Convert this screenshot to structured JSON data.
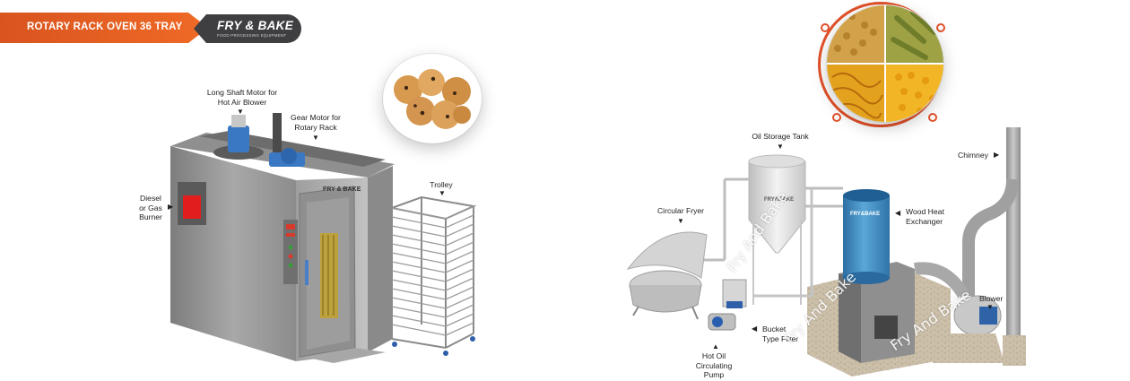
{
  "banner": {
    "title": "ROTARY RACK OVEN 36 TRAY"
  },
  "logo": {
    "brand": "FRY & BAKE",
    "tagline": "FOOD PROCESSING EQUIPMENT"
  },
  "oven": {
    "plate": "FRY & BAKE",
    "labels": {
      "motor_blower": [
        "Long Shaft Motor for",
        "Hot Air Blower"
      ],
      "gear_motor": [
        "Gear Motor for",
        "Rotary Rack"
      ],
      "burner": [
        "Diesel",
        "or Gas",
        "Burner"
      ],
      "trolley": "Trolley"
    }
  },
  "plant": {
    "tank_badge": "FRY&BAKE",
    "exchanger_badge": "FRY&BAKE",
    "labels": {
      "oil_tank": "Oil Storage Tank",
      "circular_fryer": "Circular Fryer",
      "wood_heat": [
        "Wood Heat",
        "Exchanger"
      ],
      "chimney": "Chimney",
      "bucket_filter": [
        "Bucket",
        "Type Filter"
      ],
      "pump": [
        "Hot Oil",
        "Circulating",
        "Pump"
      ],
      "blower": "Blower"
    },
    "watermark": "Fry And Bake"
  },
  "colors": {
    "banner_orange": "#e55a22",
    "logo_grey": "#3f3f42",
    "steel": "#9a9a9a",
    "exchanger_blue": "#3f8fc4",
    "burner_red": "#e21d1d",
    "ring_orange": "#e3512a"
  },
  "icons": [
    "cookies-photo",
    "snacks-photo",
    "arrow-down-icon",
    "arrow-right-icon"
  ]
}
